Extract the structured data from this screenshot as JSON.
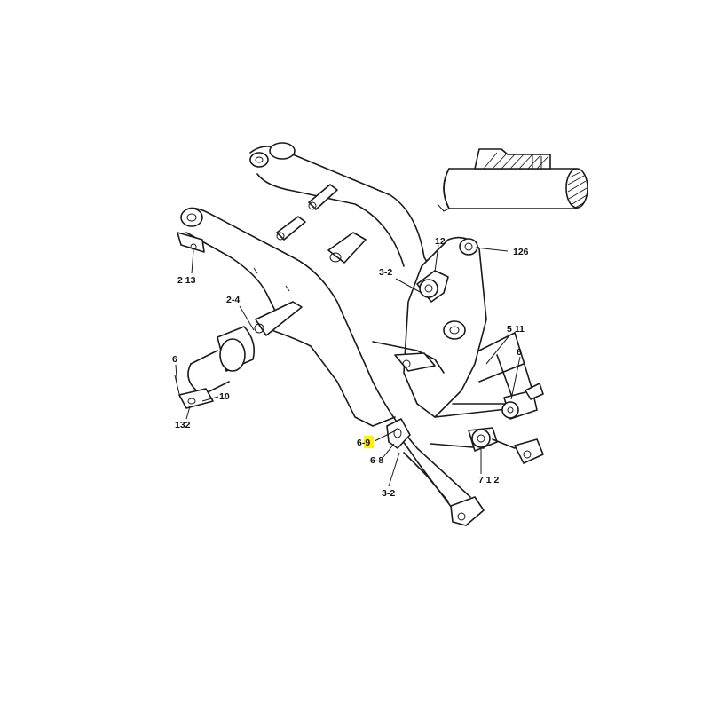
{
  "diagram": {
    "highlight_color": "#fff200",
    "callouts": {
      "c_12": "12",
      "c_126": "126",
      "c_3_2_top": "3-2",
      "c_2_13": "2  13",
      "c_2_4": "2-4",
      "c_5_11": "5  11",
      "c_6_right": "6",
      "c_6_left": "6",
      "c_10": "10",
      "c_132": "132",
      "c_6_9": "6-9",
      "c_6_8": "6-8",
      "c_3_2_bottom": "3-2",
      "c_7_1_2": "7  1 2"
    }
  }
}
